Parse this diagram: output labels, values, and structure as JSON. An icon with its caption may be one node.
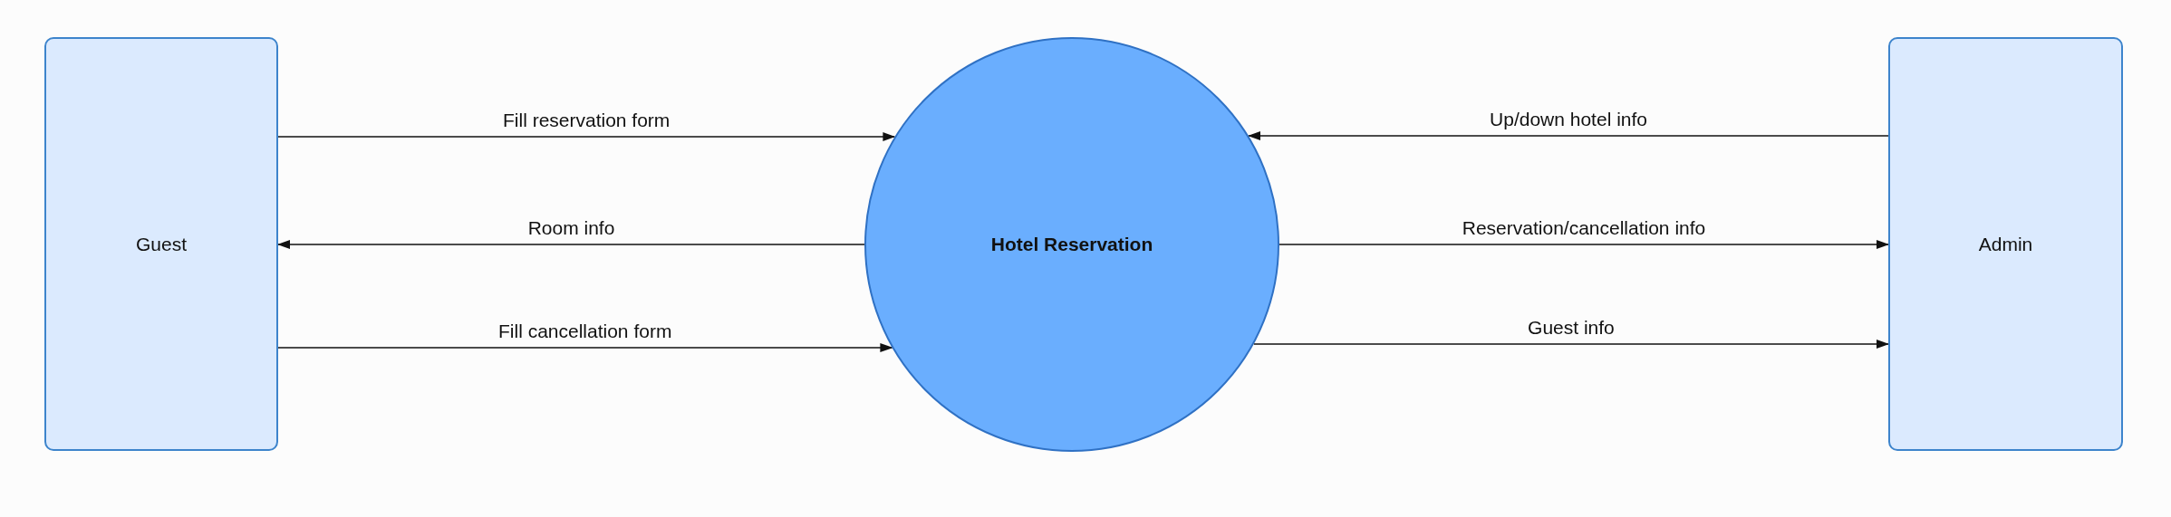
{
  "diagram": {
    "nodes": [
      {
        "text": [
          "Guest"
        ]
      },
      {
        "text": [
          "Hotel Reservation"
        ]
      },
      {
        "text": [
          "Admin"
        ]
      }
    ],
    "edges": [
      {
        "from": 0,
        "to": 1,
        "arrow": "to",
        "label": "Fill reservation form"
      },
      {
        "from": 1,
        "to": 0,
        "arrow": "to",
        "label": "Room info"
      },
      {
        "from": 0,
        "to": 1,
        "arrow": "to",
        "label": "Fill cancellation form"
      },
      {
        "from": 2,
        "to": 1,
        "arrow": "to",
        "label": "Up/down hotel info"
      },
      {
        "from": 1,
        "to": 2,
        "arrow": "to",
        "label": "Reservation/cancellation info"
      },
      {
        "from": 1,
        "to": 2,
        "arrow": "to",
        "label": "Guest info"
      }
    ]
  }
}
